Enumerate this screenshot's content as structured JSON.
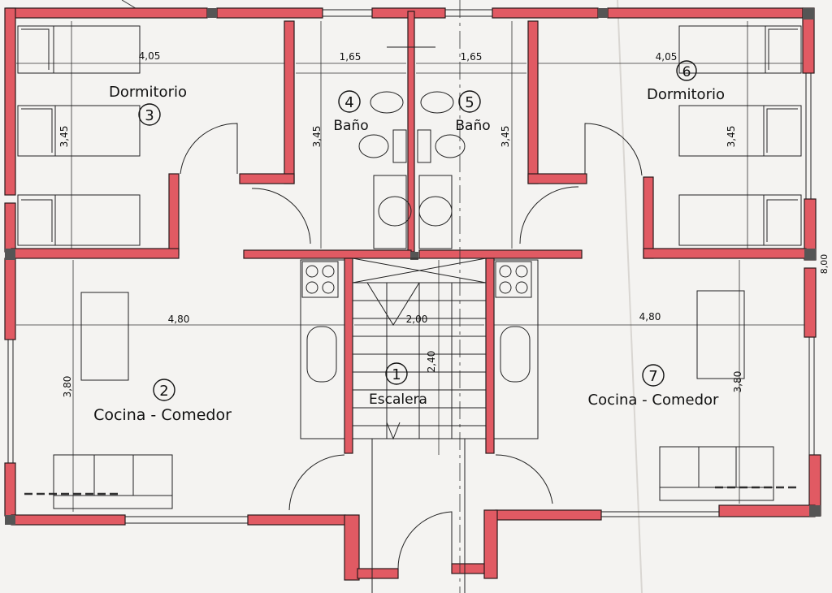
{
  "colors": {
    "wall": "#e15a63",
    "paper": "#f4f3f1",
    "ink": "#111111"
  },
  "rooms": [
    {
      "number": "1",
      "name": "Escalera",
      "dim": "2,00",
      "dim2": "2,40"
    },
    {
      "number": "2",
      "name": "Cocina - Comedor",
      "dim": "4,80",
      "dim2": "3,80"
    },
    {
      "number": "3",
      "name": "Dormitorio",
      "dim": "4,05",
      "dim2": "3,45"
    },
    {
      "number": "4",
      "name": "Baño",
      "dim": "1,65",
      "dim2": "3,45"
    },
    {
      "number": "5",
      "name": "Baño",
      "dim": "1,65",
      "dim2": "3,45"
    },
    {
      "number": "6",
      "name": "Dormitorio",
      "dim": "4,05",
      "dim2": "3,45"
    },
    {
      "number": "7",
      "name": "Cocina - Comedor",
      "dim": "4,80",
      "dim2": "3,80"
    }
  ],
  "edge_text": "8,00"
}
